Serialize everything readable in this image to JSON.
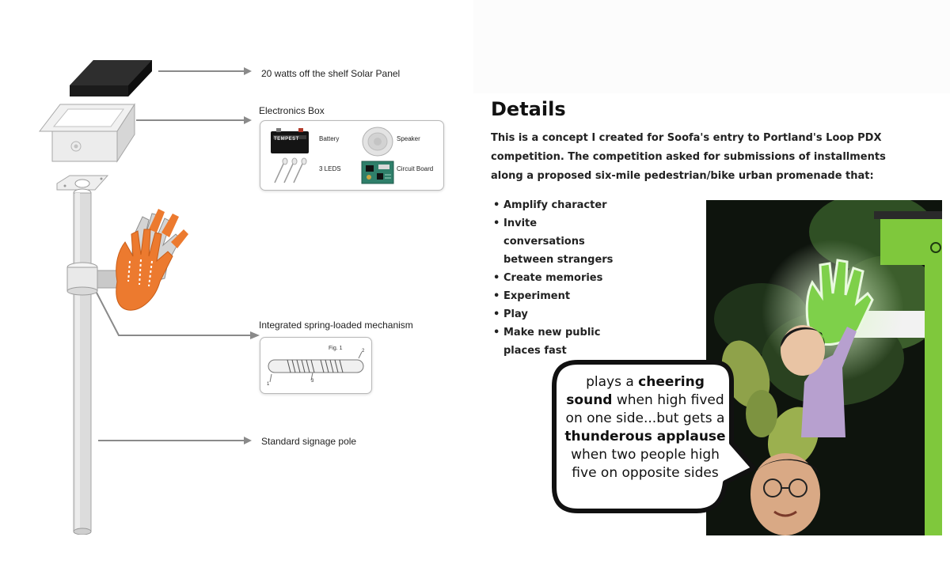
{
  "diagram": {
    "solar_panel_label": "20 watts off the shelf Solar Panel",
    "electronics_box_label": "Electronics Box",
    "components": {
      "battery": "Battery",
      "battery_brand": "TEMPEST",
      "speaker": "Speaker",
      "leds": "3 LEDS",
      "circuit_board": "Circuit Board"
    },
    "mechanism_label": "Integrated spring-loaded mechanism",
    "mechanism_fig": "Fig. 1",
    "mechanism_numbers": [
      "1",
      "2",
      "3"
    ],
    "pole_label": "Standard signage pole"
  },
  "details": {
    "heading": "Details",
    "paragraph": "This is a concept I created for Soofa's entry to Portland's Loop PDX competition. The competition asked for submissions of installments along a proposed six-mile pedestrian/bike urban promenade that:",
    "bullets": [
      "Amplify character",
      "Invite conversations between strangers",
      "Create memories",
      "Experiment",
      "Play",
      "Make new public places fast"
    ]
  },
  "speech_bubble": {
    "parts": [
      "plays a ",
      "cheering sound",
      " when high fived on one side...but gets a ",
      "thunderous applause",
      " when two people high five on opposite sides"
    ]
  },
  "colors": {
    "hand_orange": "#ec7a2f",
    "hand_green": "#7ed04a",
    "arrow_gray": "#8a8a8a",
    "pole_gray": "#d9d9d9"
  }
}
